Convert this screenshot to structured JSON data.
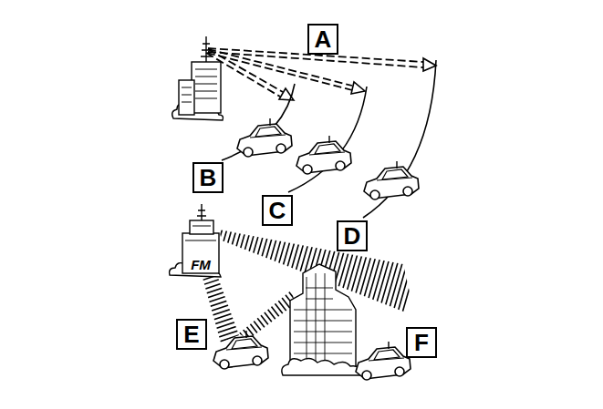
{
  "diagram": {
    "nodes": [
      {
        "text": [
          "A"
        ]
      },
      {
        "text": [
          "B"
        ]
      },
      {
        "text": [
          "C"
        ]
      },
      {
        "text": [
          "D"
        ]
      },
      {
        "text": [
          "E"
        ]
      },
      {
        "text": [
          "F"
        ]
      }
    ],
    "labels": [
      "FM"
    ]
  }
}
